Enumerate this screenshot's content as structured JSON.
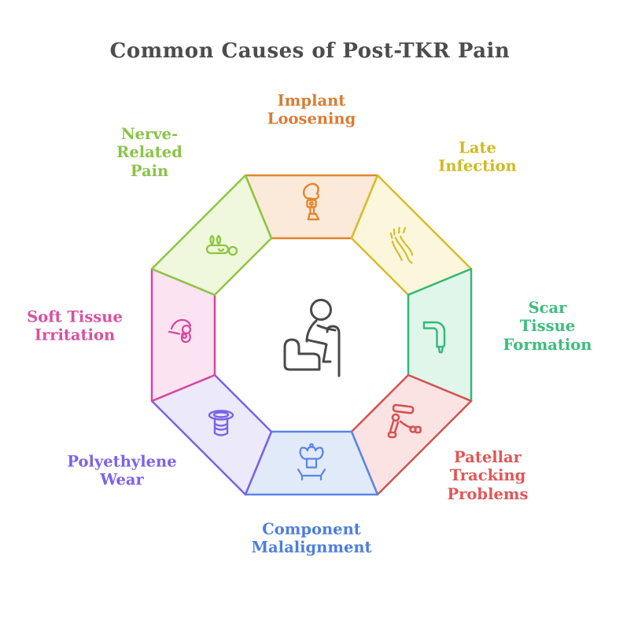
{
  "title": {
    "text": "Common Causes of Post-TKR Pain",
    "color": "#4d4d4d"
  },
  "center": {
    "icon": "patient-sitting-with-cane-icon",
    "color": "#4a4a4a"
  },
  "segments": [
    {
      "id": "implant-loosening",
      "label": "Implant\nLoosening",
      "icon": "prosthetic-leg-icon",
      "fill": "#fbe9d9",
      "stroke": "#e2862f",
      "text_color": "#d97d33"
    },
    {
      "id": "late-infection",
      "label": "Late\nInfection",
      "icon": "infected-tissue-icon",
      "fill": "#fbf6dc",
      "stroke": "#d4be2a",
      "text_color": "#d0ba22"
    },
    {
      "id": "scar-tissue-formation",
      "label": "Scar\nTissue\nFormation",
      "icon": "knee-implant-icon",
      "fill": "#e0f6ea",
      "stroke": "#33b877",
      "text_color": "#3dbd7d"
    },
    {
      "id": "patellar-tracking",
      "label": "Patellar\nTracking\nProblems",
      "icon": "knee-skeleton-icon",
      "fill": "#fbe3e3",
      "stroke": "#d65151",
      "text_color": "#e05757"
    },
    {
      "id": "component-malalignment",
      "label": "Component\nMalalignment",
      "icon": "knee-prosthesis-icon",
      "fill": "#e1eaf8",
      "stroke": "#5a86e8",
      "text_color": "#4e7edd"
    },
    {
      "id": "polyethylene-wear",
      "label": "Polyethylene\nWear",
      "icon": "polyethylene-insert-icon",
      "fill": "#ebe9fa",
      "stroke": "#7a62e5",
      "text_color": "#7d64e8"
    },
    {
      "id": "soft-tissue-irritation",
      "label": "Soft Tissue\nIrritation",
      "icon": "bending-person-icon",
      "fill": "#fbe3f2",
      "stroke": "#d8479e",
      "text_color": "#d8519f"
    },
    {
      "id": "nerve-related-pain",
      "label": "Nerve-\nRelated\nPain",
      "icon": "lying-person-icon",
      "fill": "#eff7dc",
      "stroke": "#8cc63f",
      "text_color": "#8bc34a"
    }
  ]
}
